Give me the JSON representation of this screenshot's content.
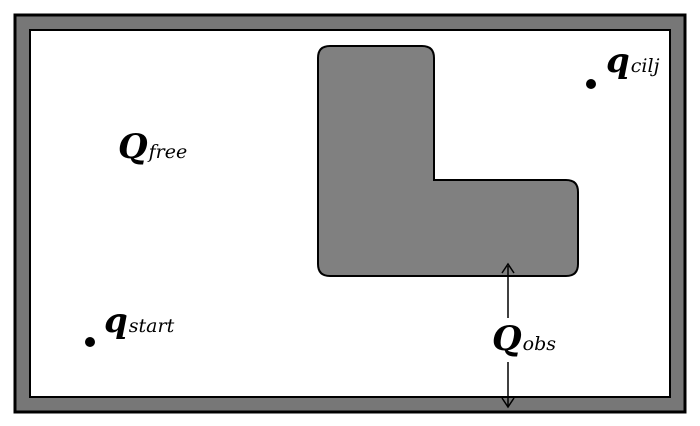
{
  "labels": {
    "q_start": {
      "main": "q",
      "sub": "start"
    },
    "q_goal": {
      "main": "q",
      "sub": "cilj"
    },
    "free_space": {
      "main": "Q",
      "sub": "free"
    },
    "obstacle": {
      "main": "Q",
      "sub": "obs"
    }
  },
  "colors": {
    "border": "#777777",
    "obstacle": "#808080",
    "outline": "#000000",
    "background": "#ffffff"
  }
}
